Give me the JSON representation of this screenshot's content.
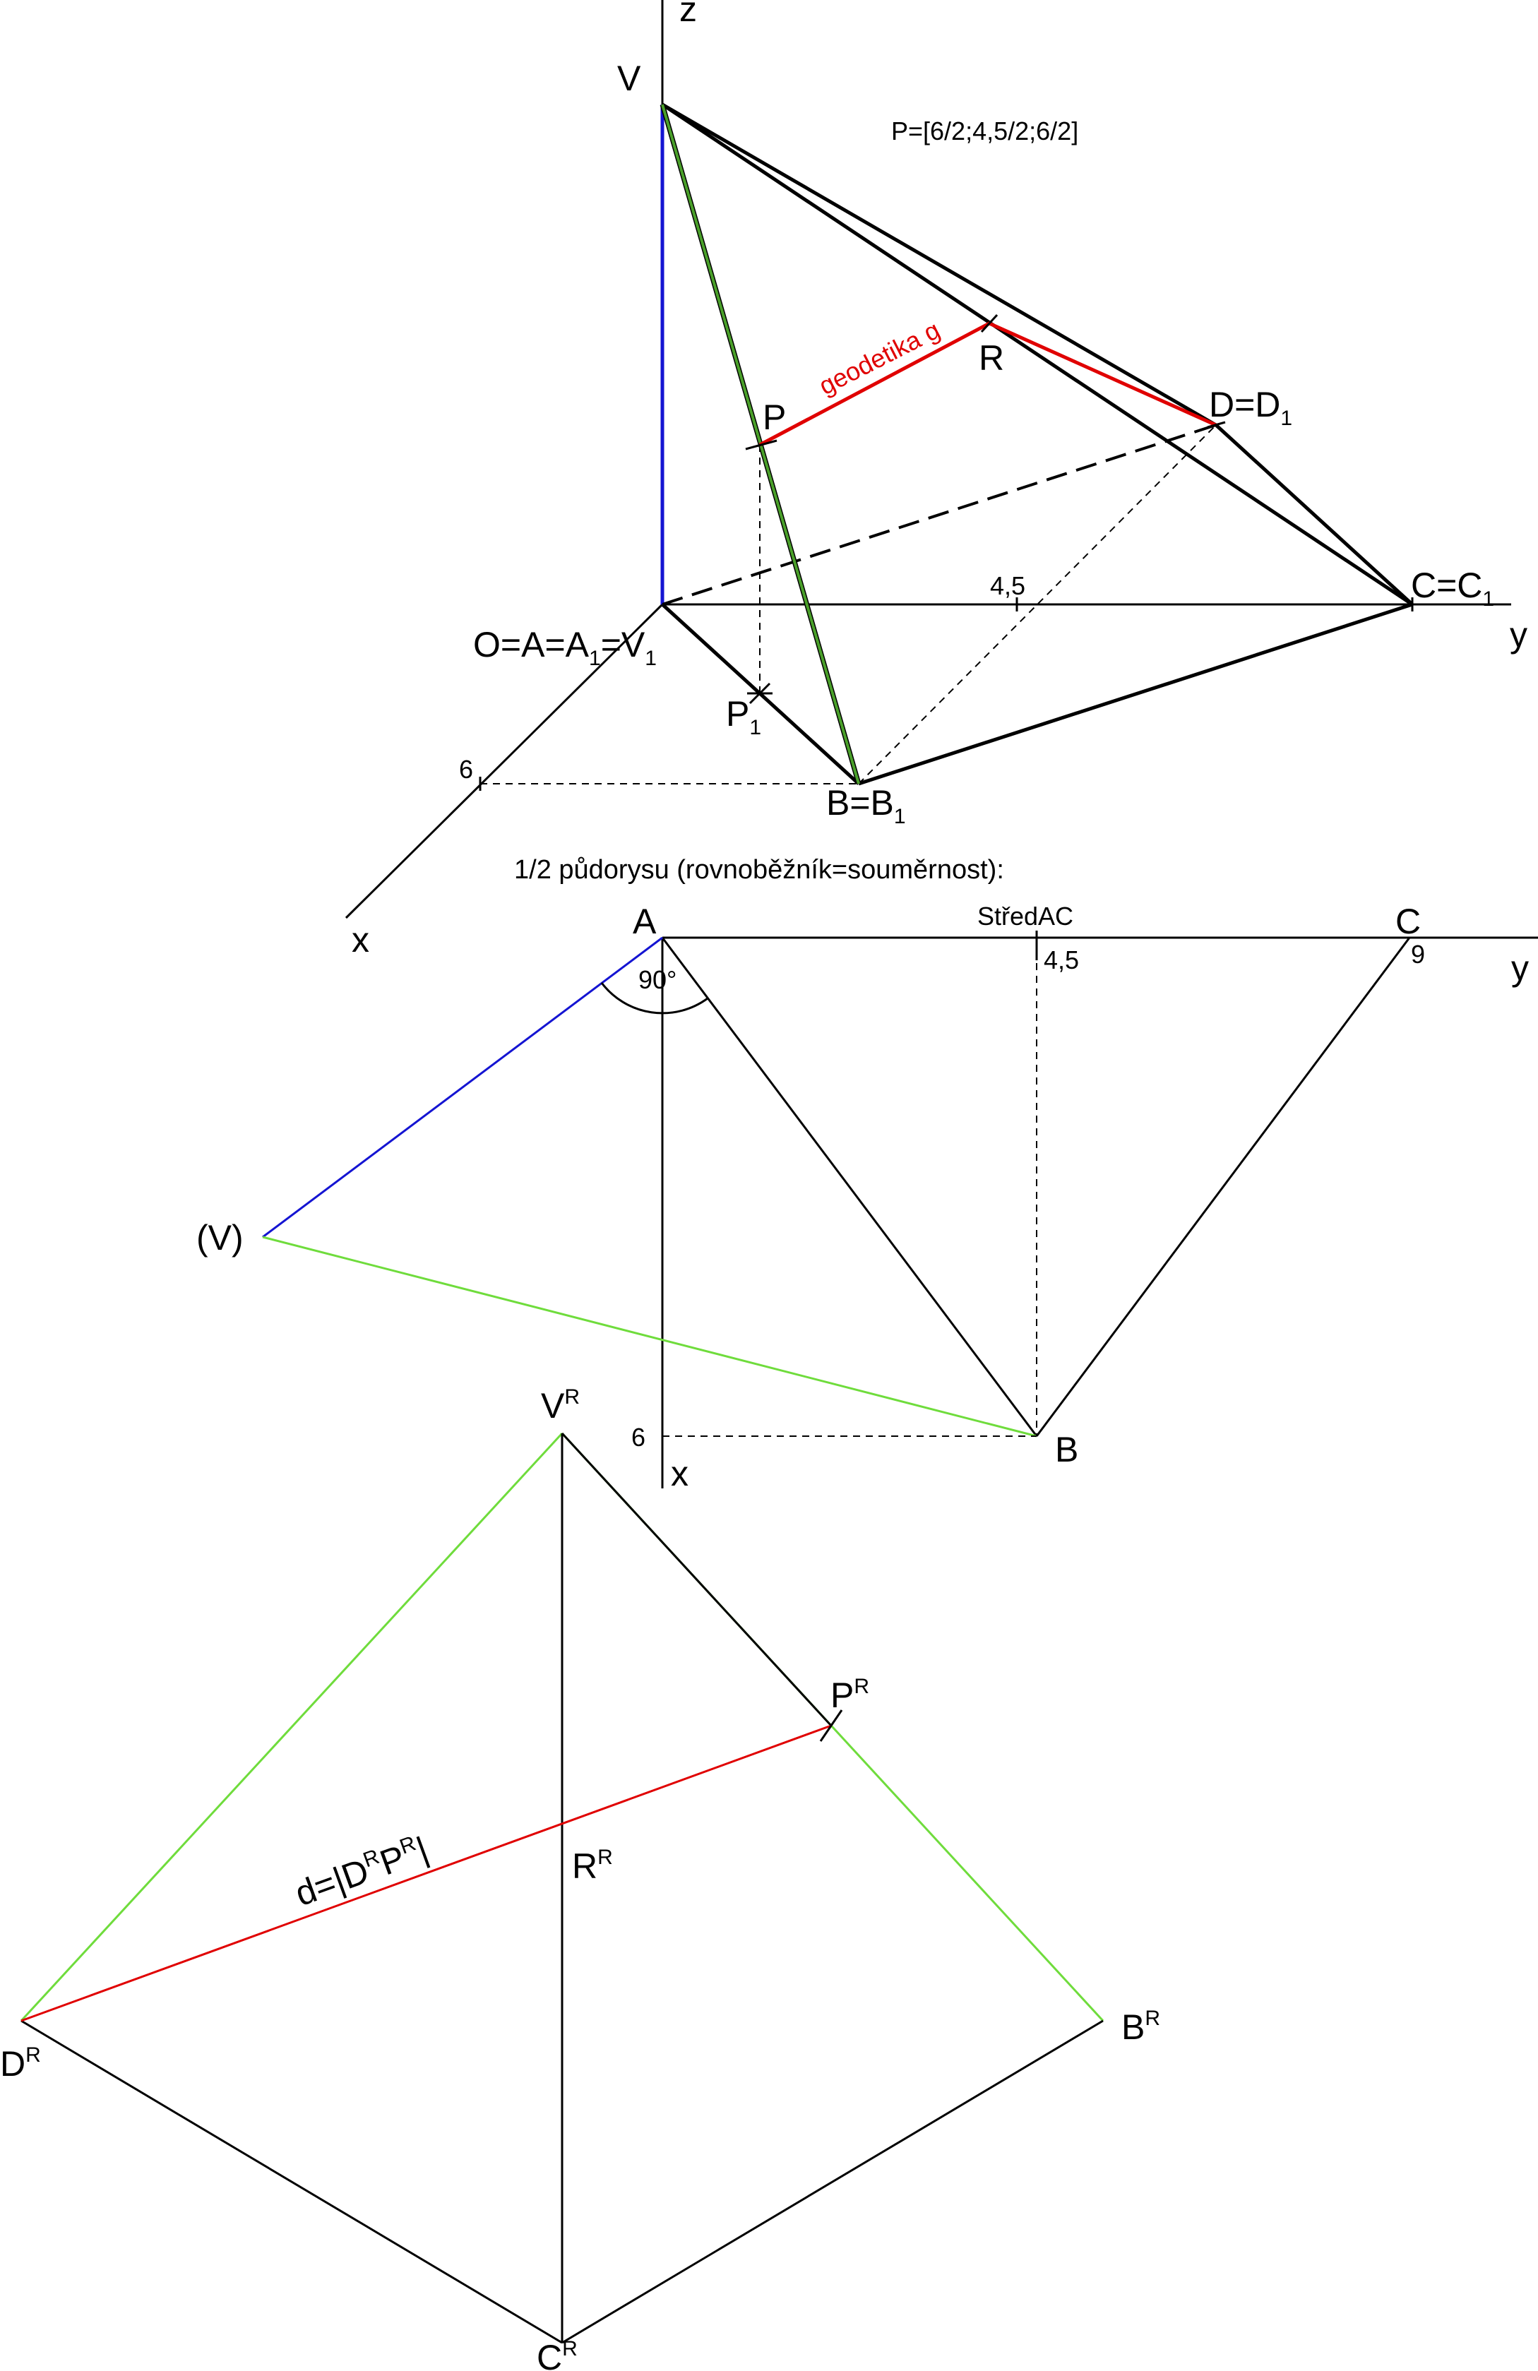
{
  "colors": {
    "ink": "#000000",
    "blue": "#1414d2",
    "green": "#4aa02a",
    "light_green": "#6fdc3c",
    "red": "#e00000"
  },
  "top": {
    "axes": {
      "z": "z",
      "y": "y",
      "x": "x"
    },
    "formula": "P=[6/2;4,5/2;6/2]",
    "labels": {
      "V": "V",
      "R": "R",
      "P": "P",
      "D": "D=D",
      "D_sub": "1",
      "C": "C=C",
      "C_sub": "1",
      "O_part1": "O=A=A",
      "O_sub1": "1",
      "O_part2": "=V",
      "O_sub2": "1",
      "P1": "P",
      "P1_sub": "1",
      "B": "B=B",
      "B_sub": "1",
      "tick_6": "6",
      "tick_45": "4,5",
      "geodesic": "geodetika g"
    }
  },
  "middle": {
    "title": "1/2 půdorysu (rovnoběžník=souměrnost):",
    "axes": {
      "y": "y",
      "x": "x"
    },
    "labels": {
      "A": "A",
      "C": "C",
      "B": "B",
      "V": "(V)",
      "stred": "StředAC",
      "tick_9": "9",
      "tick_45": "4,5",
      "tick_6": "6",
      "angle": "90°"
    }
  },
  "bottom": {
    "labels": {
      "V": "V",
      "V_sup": "R",
      "P": "P",
      "P_sup": "R",
      "R": "R",
      "R_sup": "R",
      "D": "D",
      "D_sup": "R",
      "B": "B",
      "B_sup": "R",
      "C": "C",
      "C_sup": "R",
      "d_1": "d=|D",
      "d_sup1": "R",
      "d_2": "P",
      "d_sup2": "R",
      "d_3": "|"
    }
  }
}
